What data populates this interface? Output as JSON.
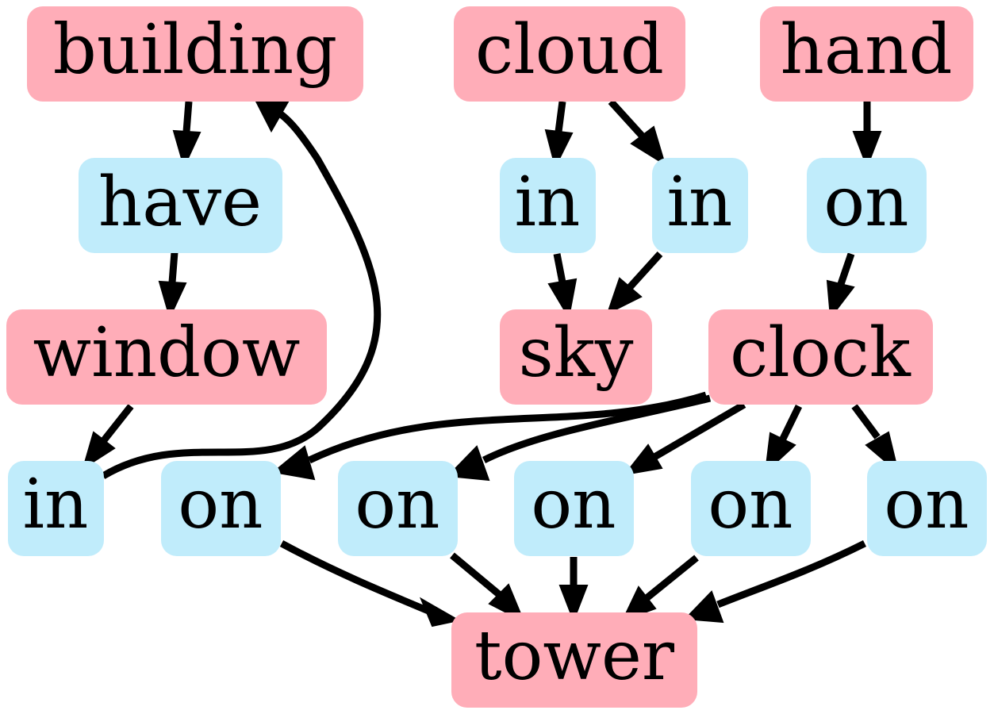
{
  "colors": {
    "object_fill": "#ffadb8",
    "relation_fill": "#c0ecfb",
    "edge": "#000000"
  },
  "nodes": {
    "building": {
      "label": "building",
      "kind": "object"
    },
    "cloud": {
      "label": "cloud",
      "kind": "object"
    },
    "hand": {
      "label": "hand",
      "kind": "object"
    },
    "have": {
      "label": "have",
      "kind": "relation"
    },
    "in_cloud_1": {
      "label": "in",
      "kind": "relation"
    },
    "in_cloud_2": {
      "label": "in",
      "kind": "relation"
    },
    "on_hand": {
      "label": "on",
      "kind": "relation"
    },
    "window": {
      "label": "window",
      "kind": "object"
    },
    "sky": {
      "label": "sky",
      "kind": "object"
    },
    "clock": {
      "label": "clock",
      "kind": "object"
    },
    "in_window": {
      "label": "in",
      "kind": "relation"
    },
    "on_1": {
      "label": "on",
      "kind": "relation"
    },
    "on_2": {
      "label": "on",
      "kind": "relation"
    },
    "on_3": {
      "label": "on",
      "kind": "relation"
    },
    "on_4": {
      "label": "on",
      "kind": "relation"
    },
    "on_5": {
      "label": "on",
      "kind": "relation"
    },
    "tower": {
      "label": "tower",
      "kind": "object"
    }
  },
  "edges": [
    {
      "from": "building",
      "to": "have"
    },
    {
      "from": "have",
      "to": "window"
    },
    {
      "from": "window",
      "to": "in_window"
    },
    {
      "from": "in_window",
      "to": "building"
    },
    {
      "from": "cloud",
      "to": "in_cloud_1"
    },
    {
      "from": "cloud",
      "to": "in_cloud_2"
    },
    {
      "from": "in_cloud_1",
      "to": "sky"
    },
    {
      "from": "in_cloud_2",
      "to": "sky"
    },
    {
      "from": "hand",
      "to": "on_hand"
    },
    {
      "from": "on_hand",
      "to": "clock"
    },
    {
      "from": "clock",
      "to": "on_1"
    },
    {
      "from": "clock",
      "to": "on_2"
    },
    {
      "from": "clock",
      "to": "on_3"
    },
    {
      "from": "clock",
      "to": "on_4"
    },
    {
      "from": "clock",
      "to": "on_5"
    },
    {
      "from": "on_1",
      "to": "tower"
    },
    {
      "from": "on_2",
      "to": "tower"
    },
    {
      "from": "on_3",
      "to": "tower"
    },
    {
      "from": "on_4",
      "to": "tower"
    },
    {
      "from": "on_5",
      "to": "tower"
    }
  ]
}
